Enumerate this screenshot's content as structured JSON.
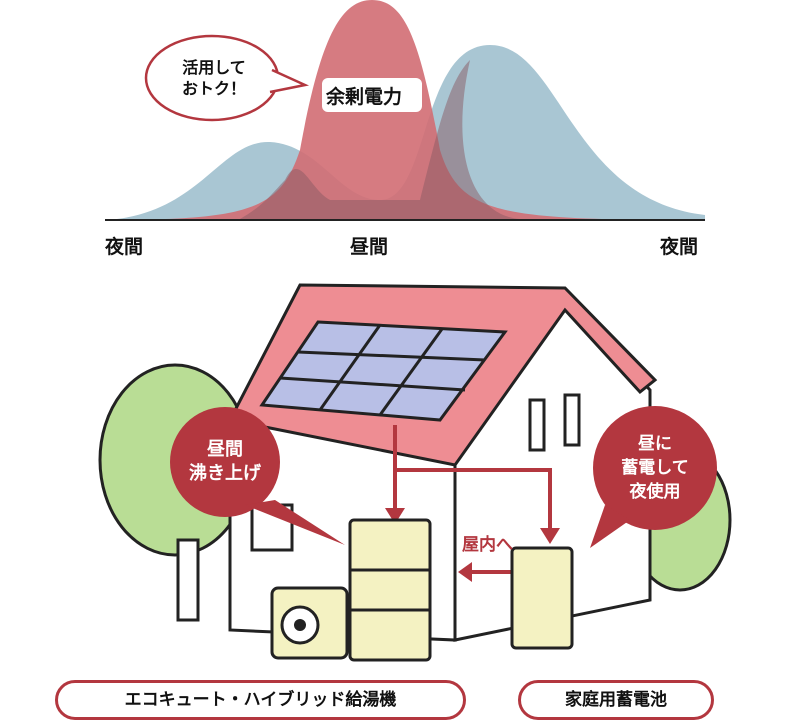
{
  "chart": {
    "speech": "活用して\nおトク！",
    "surplus_label": "余剰電力",
    "x_labels": [
      "夜間",
      "昼間",
      "夜間"
    ],
    "colors": {
      "daytime_curve": "#d16d73",
      "usage_curve": "#a9c6d3",
      "overlap": "#8a5a63"
    }
  },
  "house": {
    "bubble_left": "昼間\n沸き上げ",
    "bubble_right": "昼に\n蓄電して\n夜使用",
    "indoor_label": "屋内へ",
    "accent": "#b3373f"
  },
  "labels": {
    "water_heater": "エコキュート・ハイブリッド給湯機",
    "battery": "家庭用蓄電池"
  }
}
